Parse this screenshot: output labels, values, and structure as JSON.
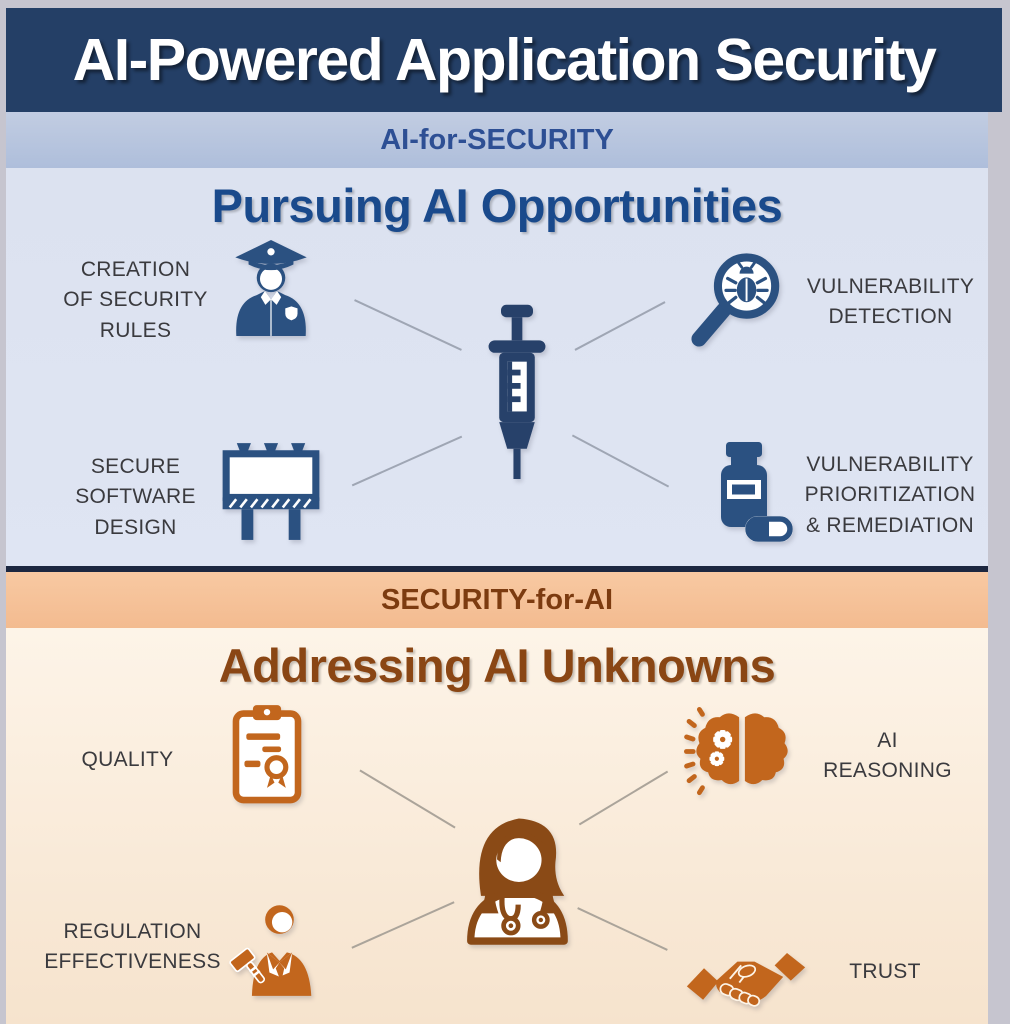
{
  "header": {
    "title": "AI-Powered Application Security"
  },
  "ai_for_security": {
    "band_label": "AI-for-SECURITY",
    "heading": "Pursuing AI Opportunities",
    "center_icon": "syringe-icon",
    "items": [
      {
        "icon": "police-officer-icon",
        "label": "CREATION\nOF SECURITY\nRULES"
      },
      {
        "icon": "magnifier-bug-icon",
        "label": "VULNERABILITY\nDETECTION"
      },
      {
        "icon": "billboard-icon",
        "label": "SECURE\nSOFTWARE\nDESIGN"
      },
      {
        "icon": "pill-bottle-icon",
        "label": "VULNERABILITY\nPRIORITIZATION\n& REMEDIATION"
      }
    ]
  },
  "security_for_ai": {
    "band_label": "SECURITY-for-AI",
    "heading": "Addressing AI Unknowns",
    "center_icon": "doctor-icon",
    "items": [
      {
        "icon": "clipboard-certificate-icon",
        "label": "QUALITY"
      },
      {
        "icon": "brain-gears-icon",
        "label": "AI\nREASONING"
      },
      {
        "icon": "judge-gavel-icon",
        "label": "REGULATION\nEFFECTIVENESS"
      },
      {
        "icon": "handshake-icon",
        "label": "TRUST"
      }
    ]
  },
  "colors": {
    "frame": "#c6c5cf",
    "header_bg": "#243f66",
    "header_text": "#ffffff",
    "band_blue_text": "#2d4f94",
    "blue_heading": "#1a4a8c",
    "icon_blue": "#2b5181",
    "icon_navy": "#27416a",
    "divider": "#1c2740",
    "band_peach_text": "#7c3b10",
    "brown_heading": "#8a4614",
    "icon_orange": "#c2661d",
    "icon_brown": "#8a4a16",
    "label_text": "#3a3a3e"
  }
}
